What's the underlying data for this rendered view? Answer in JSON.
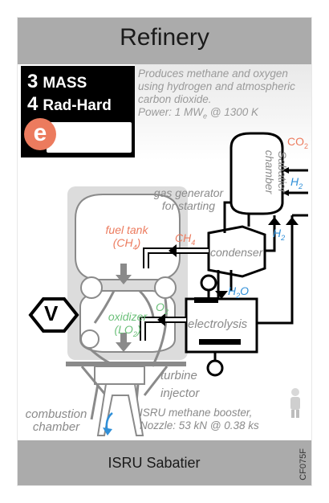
{
  "card": {
    "title": "Refinery",
    "subtitle": "ISRU Sabatier",
    "code": "CF075F"
  },
  "stats": {
    "mass_num": "3",
    "mass_label": "MASS",
    "rad_num": "4",
    "rad_label": "Rad-Hard",
    "type_icon": "e"
  },
  "description": {
    "line1": "Produces methane and oxygen",
    "line2": "using hydrogen and atmospheric",
    "line3": "carbon dioxide.",
    "power_prefix": "Power: 1 MW",
    "power_sub": "e",
    "power_suffix": " @ 1300 K"
  },
  "diagram": {
    "sabatier_line1": "Sabatier",
    "sabatier_line2": "chamber",
    "co2": "CO",
    "co2_sub": "2",
    "h2_top": "H",
    "h2_top_sub": "2",
    "h2_right": "H",
    "h2_right_sub": "2",
    "gas_gen_line1": "gas generator",
    "gas_gen_line2": "for starting",
    "fuel_line1": "fuel tank",
    "fuel_line2": "(CH",
    "fuel_sub": "4",
    "fuel_close": ")",
    "ch4": "CH",
    "ch4_sub": "4",
    "condenser": "condenser",
    "h2o": "H",
    "h2o_sub": "2",
    "h2o_o": "O",
    "o2": "O",
    "o2_sub": "2",
    "ox_line1": "oxidizer",
    "ox_line2": "(LO",
    "ox_sub": "2",
    "ox_close": ")",
    "electrolysis": "electrolysis",
    "turbine": "turbine",
    "injector": "injector",
    "combustion_line1": "combustion",
    "combustion_line2": "chamber",
    "booster_line1": "ISRU methane booster,",
    "booster_line2": "Nozzle: 53 kN @ 0.38 ks",
    "v_badge": "V"
  },
  "colors": {
    "orange": "#ec7b5e",
    "blue": "#2f8fd8",
    "green": "#6cc07a",
    "gray": "#8a8a8a",
    "header": "#ababab"
  }
}
